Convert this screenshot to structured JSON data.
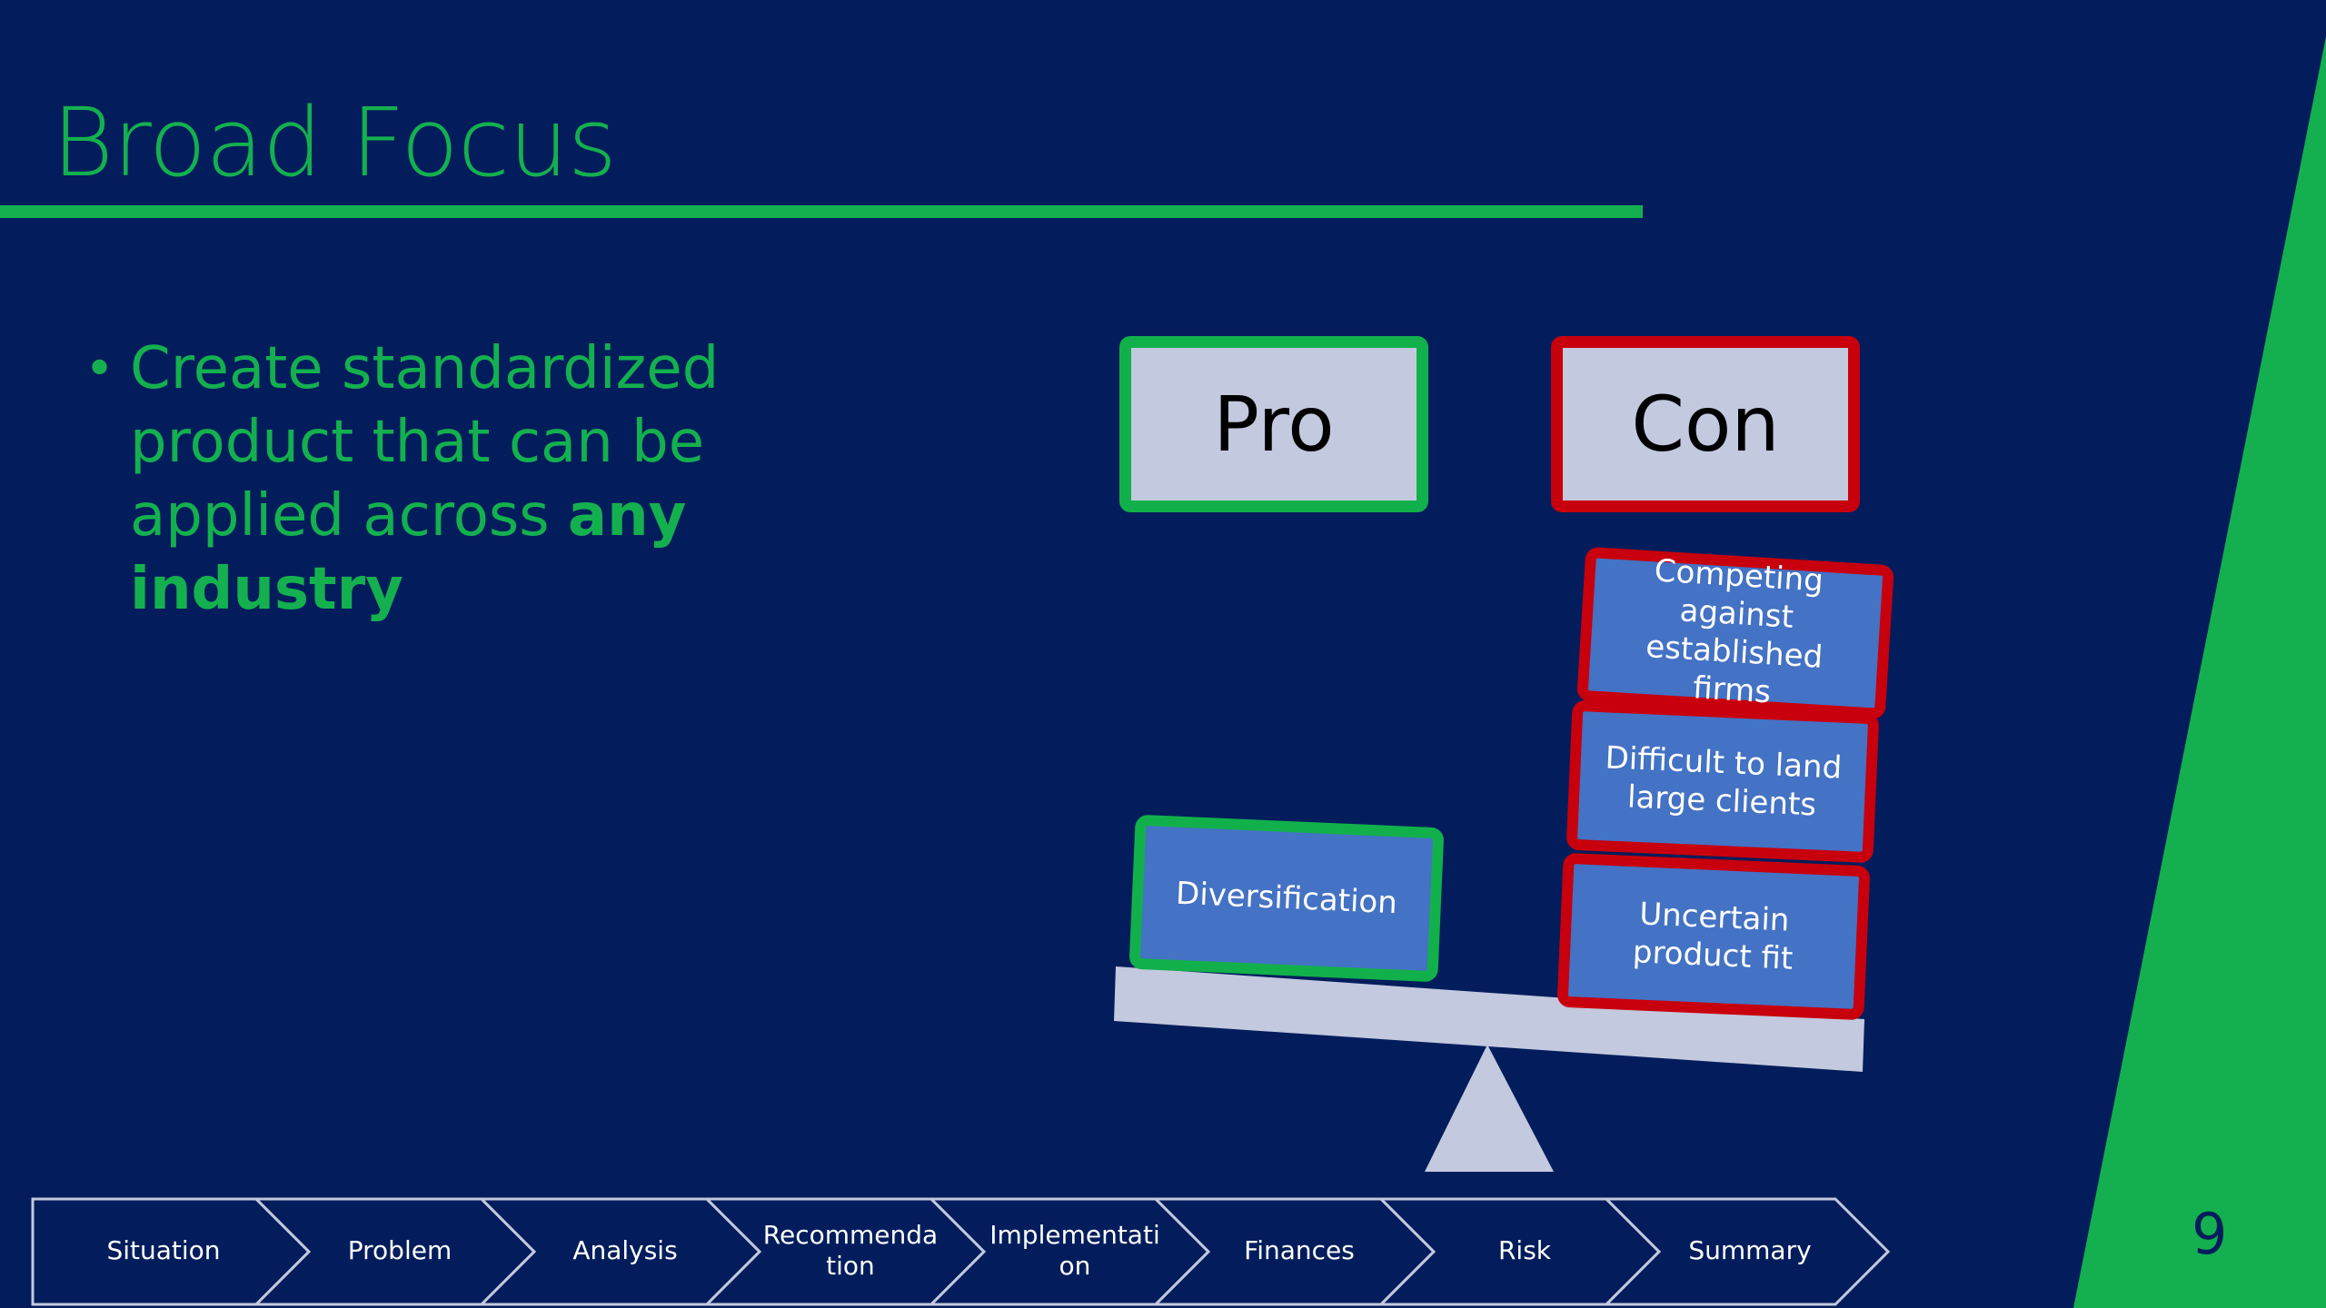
{
  "slide": {
    "title": "Broad Focus",
    "bullet": {
      "text_normal": "Create standardized product that can be applied across ",
      "text_bold": "any industry"
    },
    "page_number": "9"
  },
  "balance": {
    "pro_label": "Pro",
    "con_label": "Con",
    "pros": [
      "Diversification"
    ],
    "cons": [
      "Competing against established firms",
      "Difficult to land large clients",
      "Uncertain product fit"
    ]
  },
  "nav": {
    "steps": [
      "Situation",
      "Problem",
      "Analysis",
      "Recommenda tion",
      "Implementati on",
      "Finances",
      "Risk",
      "Summary"
    ]
  },
  "colors": {
    "background": "#031d5c",
    "accent_green": "#14b04f",
    "con_red": "#c8000d",
    "card_blue": "#4472c4",
    "box_gray": "#c3c9de"
  }
}
